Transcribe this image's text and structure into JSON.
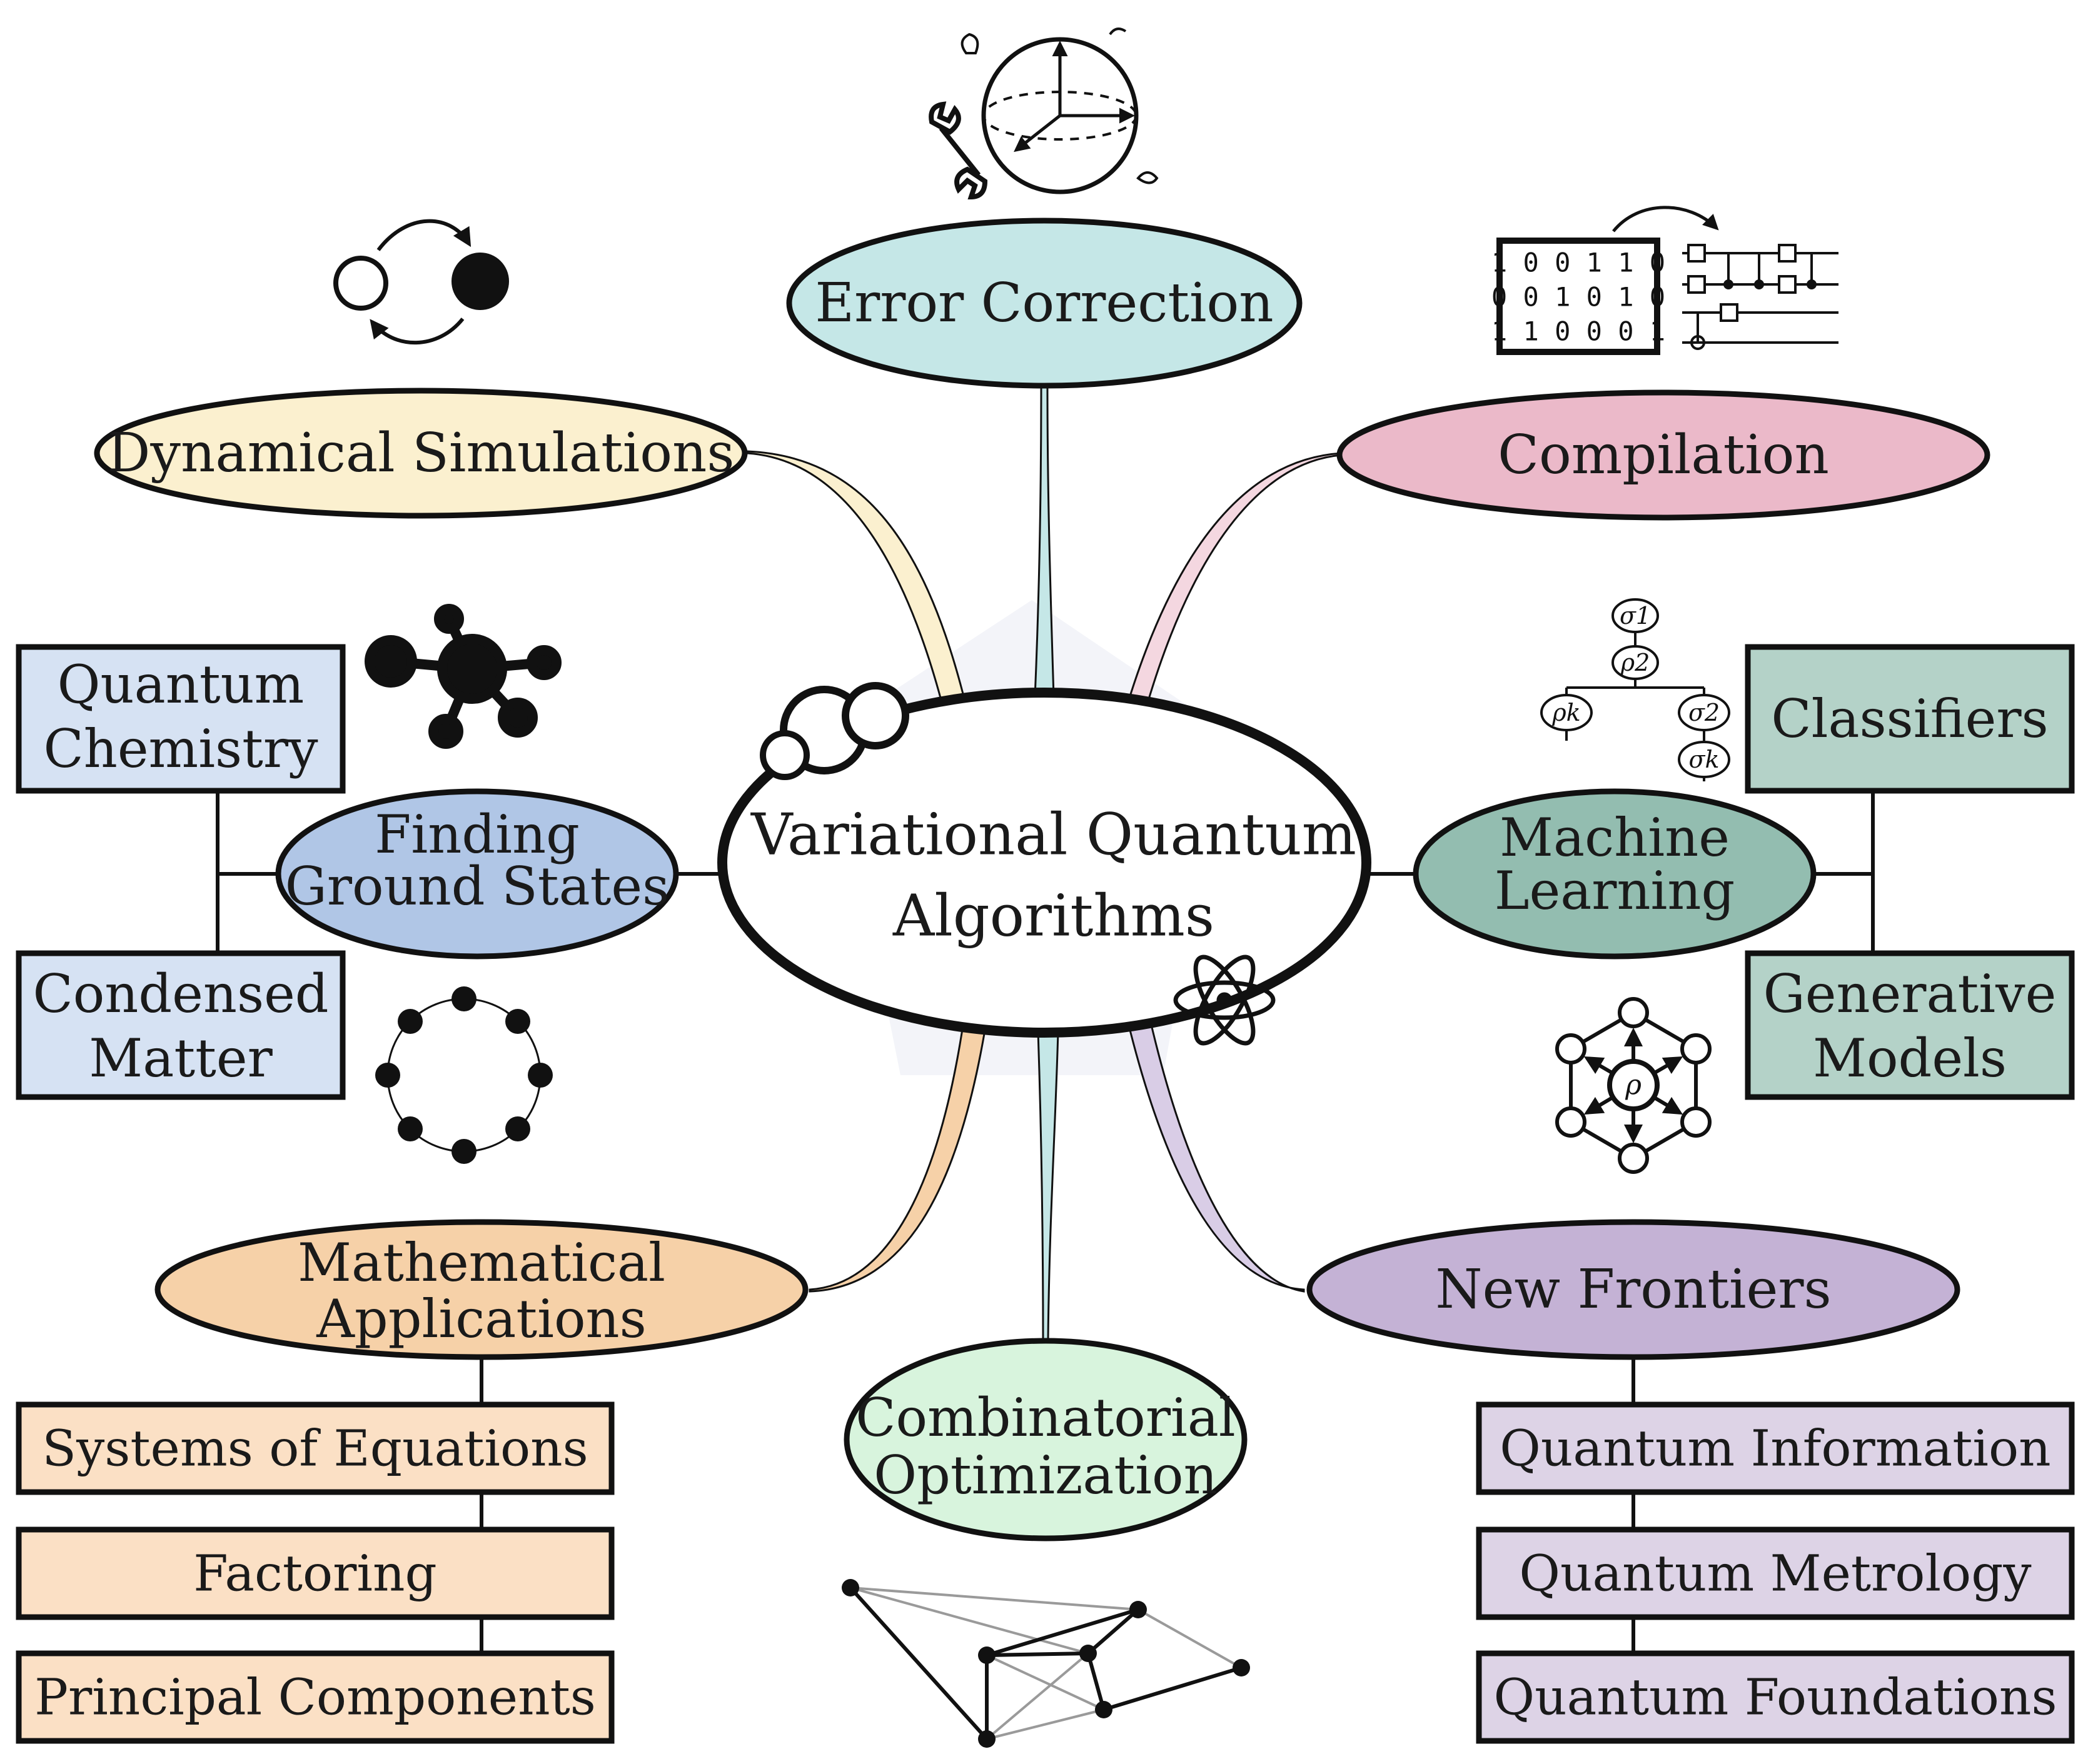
{
  "center": {
    "label_line1": "Variational Quantum",
    "label_line2": "Algorithms"
  },
  "nodes": {
    "error_correction": {
      "label": "Error Correction",
      "color": "#c5e7e7"
    },
    "dynamical_simulations": {
      "label": "Dynamical Simulations",
      "color": "#fbf0cf"
    },
    "compilation": {
      "label": "Compilation",
      "color": "#ebb9c9"
    },
    "finding_ground_states": {
      "label_line1": "Finding",
      "label_line2": "Ground States",
      "color": "#b0c6e6"
    },
    "machine_learning": {
      "label_line1": "Machine",
      "label_line2": "Learning",
      "color": "#93bdb0"
    },
    "mathematical_applications": {
      "label_line1": "Mathematical",
      "label_line2": "Applications",
      "color": "#f6d1a8"
    },
    "combinatorial_optimization": {
      "label_line1": "Combinatorial",
      "label_line2": "Optimization",
      "color": "#d8f4dd"
    },
    "new_frontiers": {
      "label": "New Frontiers",
      "color": "#c4b2d5"
    }
  },
  "boxes": {
    "quantum_chemistry": {
      "line1": "Quantum",
      "line2": "Chemistry",
      "color": "#d6e2f3"
    },
    "condensed_matter": {
      "line1": "Condensed",
      "line2": "Matter",
      "color": "#d6e2f3"
    },
    "classifiers": {
      "label": "Classifiers",
      "color": "#b4d2c8"
    },
    "generative_models": {
      "line1": "Generative",
      "line2": "Models",
      "color": "#b4d2c8"
    },
    "systems_of_equations": {
      "label": "Systems of Equations",
      "color": "#fbe0c5"
    },
    "factoring": {
      "label": "Factoring",
      "color": "#fbe0c5"
    },
    "principal_components": {
      "label": "Principal Components",
      "color": "#fbe0c5"
    },
    "quantum_information": {
      "label": "Quantum Information",
      "color": "#ddd3e6"
    },
    "quantum_metrology": {
      "label": "Quantum Metrology",
      "color": "#ddd3e6"
    },
    "quantum_foundations": {
      "label": "Quantum Foundations",
      "color": "#ddd3e6"
    }
  },
  "icons": {
    "bit_matrix": {
      "row1": "1 0 0 1 1 0",
      "row2": "0 0 1 0 1 0",
      "row3": "1 1 0 0 0 1"
    },
    "tensor_network": {
      "sigma1": "σ1",
      "rho2": "ρ2",
      "rhok": "ρk",
      "sigma2": "σ2",
      "sigmak": "σk"
    },
    "rho_hexagon": {
      "rho": "ρ"
    }
  }
}
